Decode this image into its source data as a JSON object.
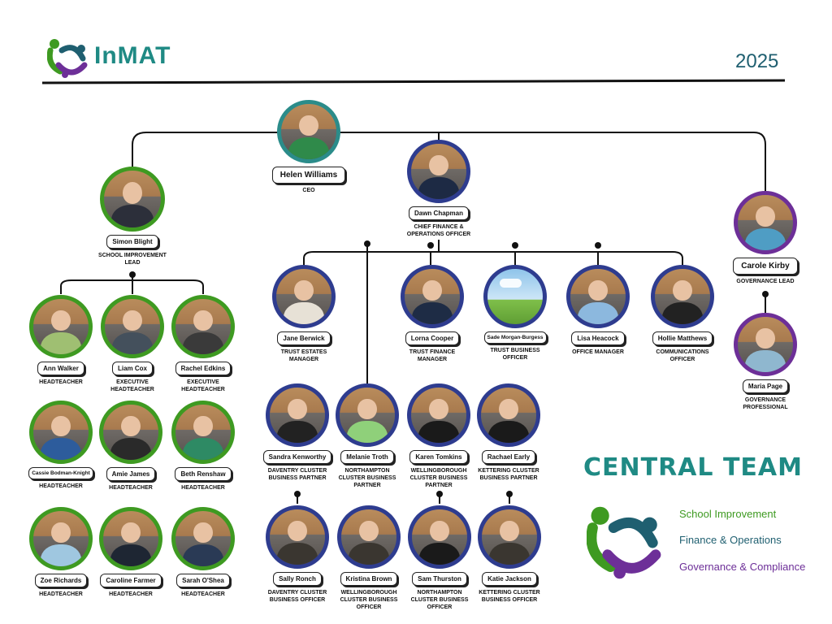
{
  "header": {
    "logo_text": "InMAT",
    "year": "2025"
  },
  "legend": {
    "title": "CENTRAL TEAM",
    "items": [
      {
        "label": "School Improvement",
        "color": "#3e9a21"
      },
      {
        "label": "Finance & Operations",
        "color": "#1f5f70"
      },
      {
        "label": "Governance & Compliance",
        "color": "#6d2f98"
      }
    ]
  },
  "colors": {
    "school_improvement": "#3e9a21",
    "finance_operations": "#2e3c8f",
    "governance": "#6d2f98",
    "ceo": "#2b8c8a"
  },
  "people": {
    "ceo": {
      "name": "Helen Williams",
      "role": "CEO"
    },
    "simon": {
      "name": "Simon Blight",
      "role": "SCHOOL IMPROVEMENT LEAD"
    },
    "dawn": {
      "name": "Dawn Chapman",
      "role": "CHIEF FINANCE & OPERATIONS OFFICER"
    },
    "carole": {
      "name": "Carole Kirby",
      "role": "GOVERNANCE LEAD"
    },
    "maria": {
      "name": "Maria Page",
      "role": "GOVERNANCE PROFESSIONAL"
    },
    "ann": {
      "name": "Ann Walker",
      "role": "HEADTEACHER"
    },
    "liam": {
      "name": "Liam Cox",
      "role": "EXECUTIVE HEADTEACHER"
    },
    "rachel_e": {
      "name": "Rachel Edkins",
      "role": "EXECUTIVE HEADTEACHER"
    },
    "cassie": {
      "name": "Cassie Bodman-Knight",
      "role": "HEADTEACHER"
    },
    "amie": {
      "name": "Amie James",
      "role": "HEADTEACHER"
    },
    "beth": {
      "name": "Beth Renshaw",
      "role": "HEADTEACHER"
    },
    "zoe": {
      "name": "Zoe Richards",
      "role": "HEADTEACHER"
    },
    "caroline": {
      "name": "Caroline Farmer",
      "role": "HEADTEACHER"
    },
    "sarah": {
      "name": "Sarah O'Shea",
      "role": "HEADTEACHER"
    },
    "jane": {
      "name": "Jane Berwick",
      "role": "TRUST ESTATES MANAGER"
    },
    "lorna": {
      "name": "Lorna Cooper",
      "role": "TRUST FINANCE MANAGER"
    },
    "sade": {
      "name": "Sade Morgan-Burgess",
      "role": "TRUST BUSINESS OFFICER"
    },
    "lisa": {
      "name": "Lisa Heacock",
      "role": "OFFICE MANAGER"
    },
    "hollie": {
      "name": "Hollie Matthews",
      "role": "COMMUNICATIONS OFFICER"
    },
    "sandra": {
      "name": "Sandra Kenworthy",
      "role": "DAVENTRY CLUSTER BUSINESS PARTNER"
    },
    "melanie": {
      "name": "Melanie Troth",
      "role": "NORTHAMPTON CLUSTER BUSINESS PARTNER"
    },
    "karen": {
      "name": "Karen Tomkins",
      "role": "WELLINGBOROUGH CLUSTER BUSINESS PARTNER"
    },
    "rachael": {
      "name": "Rachael Early",
      "role": "KETTERING CLUSTER BUSINESS PARTNER"
    },
    "sally": {
      "name": "Sally Ronch",
      "role": "DAVENTRY CLUSTER BUSINESS OFFICER"
    },
    "kristina": {
      "name": "Kristina Brown",
      "role": "WELLINGBOROUGH CLUSTER BUSINESS OFFICER"
    },
    "sam": {
      "name": "Sam Thurston",
      "role": "NORTHAMPTON CLUSTER BUSINESS OFFICER"
    },
    "katie": {
      "name": "Katie Jackson",
      "role": "KETTERING CLUSTER BUSINESS OFFICER"
    }
  }
}
